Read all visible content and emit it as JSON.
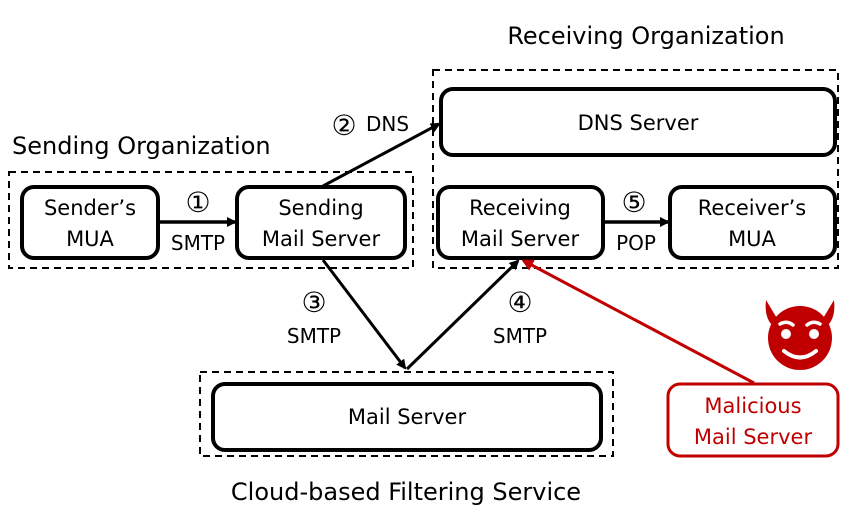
{
  "groups": {
    "sending": {
      "title": "Sending Organization"
    },
    "receiving": {
      "title": "Receiving Organization"
    },
    "cloud": {
      "title": "Cloud-based Filtering Service"
    }
  },
  "nodes": {
    "senders_mua": {
      "line1": "Sender’s",
      "line2": "MUA"
    },
    "sending_mail_server": {
      "line1": "Sending",
      "line2": "Mail Server"
    },
    "dns_server": {
      "label": "DNS Server"
    },
    "receiving_mail_server": {
      "line1": "Receiving",
      "line2": "Mail Server"
    },
    "receivers_mua": {
      "line1": "Receiver’s",
      "line2": "MUA"
    },
    "cloud_mail_server": {
      "label": "Mail Server"
    },
    "malicious_mail_server": {
      "line1": "Malicious",
      "line2": "Mail Server"
    }
  },
  "edges": [
    {
      "id": "step1",
      "step": "①",
      "protocol": "SMTP",
      "from": "Sender’s MUA",
      "to": "Sending Mail Server"
    },
    {
      "id": "step2",
      "step": "②",
      "protocol": "DNS",
      "from": "Sending Mail Server",
      "to": "DNS Server"
    },
    {
      "id": "step3",
      "step": "③",
      "protocol": "SMTP",
      "from": "Sending Mail Server",
      "to": "Mail Server"
    },
    {
      "id": "step4",
      "step": "④",
      "protocol": "SMTP",
      "from": "Mail Server",
      "to": "Receiving Mail Server"
    },
    {
      "id": "step5",
      "step": "⑤",
      "protocol": "POP",
      "from": "Receiving Mail Server",
      "to": "Receiver’s MUA"
    },
    {
      "id": "malicious",
      "step": "",
      "protocol": "",
      "from": "Malicious Mail Server",
      "to": "Receiving Mail Server"
    }
  ],
  "icons": {
    "attacker": "devil-face-icon"
  },
  "colors": {
    "stroke": "#000000",
    "malicious": "#c00000",
    "background": "#ffffff"
  }
}
